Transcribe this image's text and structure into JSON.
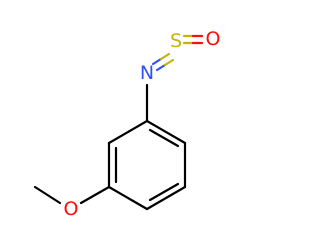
{
  "molecule": {
    "atoms": [
      {
        "id": "n",
        "symbol": "N",
        "color": "#3050F8"
      },
      {
        "id": "s",
        "symbol": "S",
        "color": "#C8B400"
      },
      {
        "id": "o1",
        "symbol": "O",
        "color": "#FF0D0D"
      },
      {
        "id": "o2",
        "symbol": "O",
        "color": "#FF0D0D"
      }
    ]
  }
}
